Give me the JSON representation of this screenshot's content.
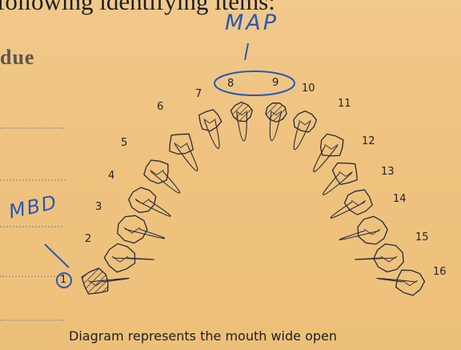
{
  "header": {
    "partial_text": "following identifying items:",
    "partial_label": "due"
  },
  "diagram": {
    "tooth_numbers": [
      "1",
      "2",
      "3",
      "4",
      "5",
      "6",
      "7",
      "8",
      "9",
      "10",
      "11",
      "12",
      "13",
      "14",
      "15",
      "16"
    ],
    "hatched_teeth": [
      "1",
      "8",
      "9"
    ],
    "annotation_map": "MAP",
    "annotation_mbd": "MBD",
    "caption": "Diagram represents the mouth wide open"
  },
  "colors": {
    "paper": "#efc481",
    "ink_pen": "#2b58b6",
    "ink_print": "#1e1e24"
  }
}
